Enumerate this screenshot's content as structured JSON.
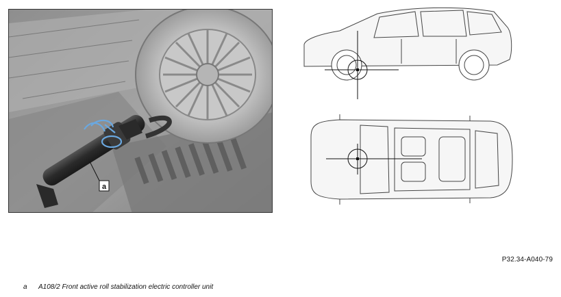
{
  "figure": {
    "callout_letter": "a",
    "reference_code": "P32.34-A040-79"
  },
  "legend": [
    {
      "key": "a",
      "text": "A108/2 Front active roll stabilization electric controller unit"
    }
  ],
  "colors": {
    "highlight": "#6aa8e0",
    "frame": "#333333"
  }
}
